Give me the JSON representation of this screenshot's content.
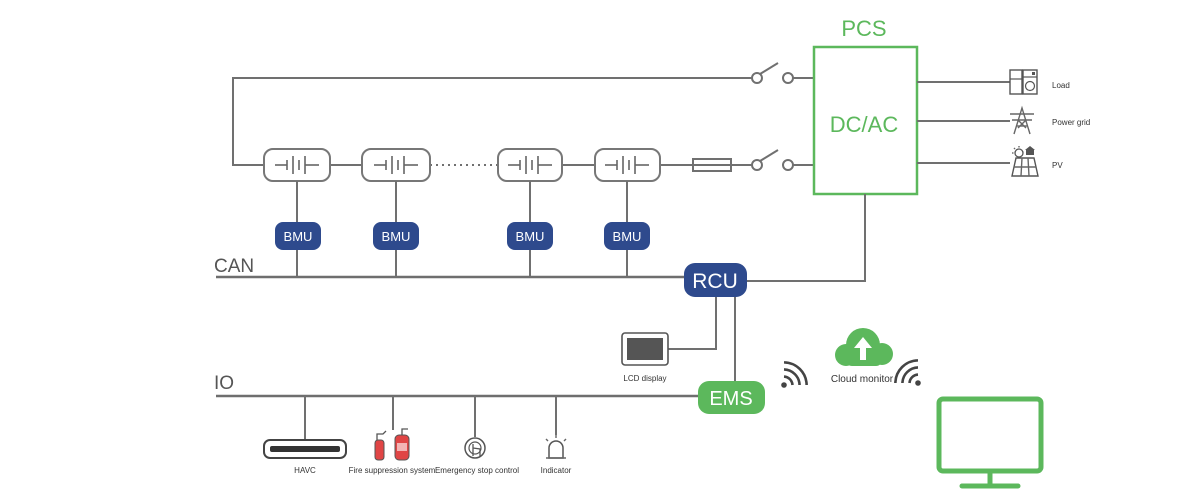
{
  "pcs": {
    "title": "PCS",
    "label": "DC/AC"
  },
  "outputs": {
    "load": "Load",
    "grid": "Power grid",
    "pv": "PV"
  },
  "bmu": [
    "BMU",
    "BMU",
    "BMU",
    "BMU"
  ],
  "bus": {
    "can": "CAN",
    "io": "IO"
  },
  "rcu": "RCU",
  "ems": "EMS",
  "lcd": "LCD display",
  "cloud": "Cloud monitor",
  "io_devices": [
    "HAVC",
    "Fire suppression system",
    "Emergency stop control",
    "Indicator"
  ],
  "colors": {
    "blue": "#2e4a8d",
    "green": "#5cb85c",
    "wire": "#707070"
  }
}
